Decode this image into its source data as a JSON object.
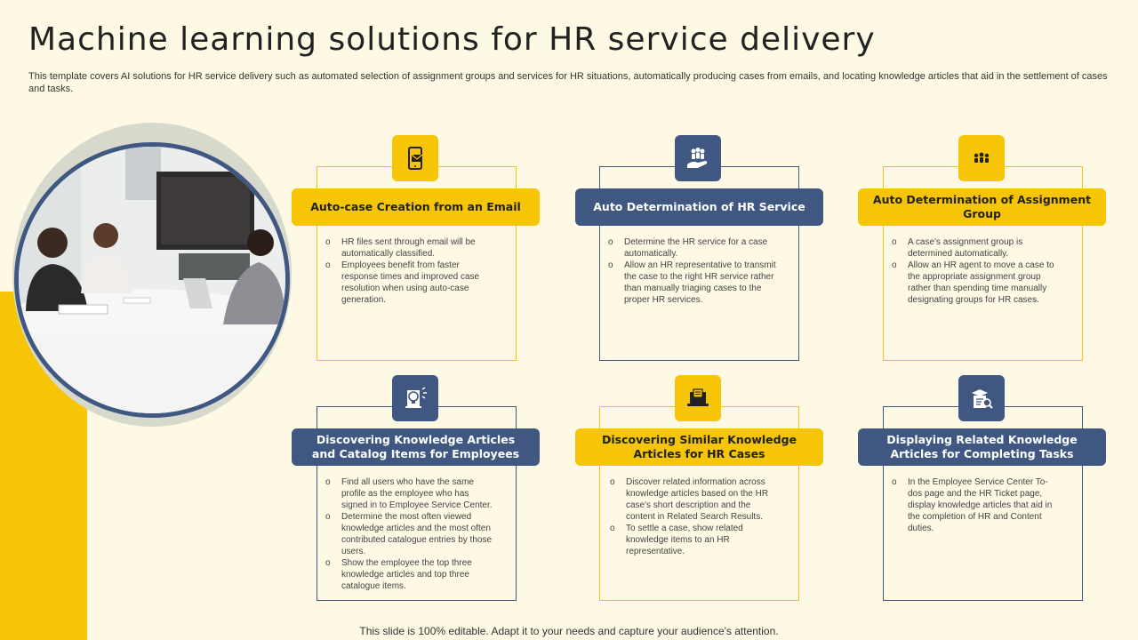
{
  "header": {
    "title": "Machine learning solutions for HR service delivery",
    "description": "This template covers AI  solutions for HR service delivery such as automated selection of assignment groups and services for HR situations, automatically producing cases from emails, and locating knowledge articles that aid in the settlement of cases and tasks."
  },
  "colors": {
    "accent_yellow": "#f5c506",
    "accent_navy": "#3f5781",
    "background": "#fdf9e4"
  },
  "cards": [
    {
      "icon": "smartphone-mail-icon",
      "title": "Auto-case Creation from an Email",
      "bullets": [
        "HR  files sent through email  will be automatically classified.",
        "Employees benefit from faster response times and improved case resolution when using auto-case generation."
      ]
    },
    {
      "icon": "hand-people-icon",
      "title": "Auto Determination of HR Service",
      "bullets": [
        "Determine the HR  service for a case automatically.",
        "Allow an HR representative to transmit the case to the right HR  service rather than manually triaging cases to the proper HR services."
      ]
    },
    {
      "icon": "team-group-icon",
      "title": "Auto Determination of Assignment Group",
      "bullets": [
        "A case's assignment group is determined automatically.",
        "Allow an HR agent to move a case to the appropriate assignment group rather than spending time manually designating groups for HR cases."
      ]
    },
    {
      "icon": "lightbulb-book-icon",
      "title": "Discovering Knowledge Articles and Catalog Items for Employees",
      "bullets": [
        "Find all users who have the same profile as the employee  who has signed in to Employee  Service Center.",
        "Determine the most often viewed knowledge articles and the most often contributed catalogue entries by those users.",
        "Show the employee the top three knowledge articles and top three catalogue items."
      ]
    },
    {
      "icon": "laptop-document-icon",
      "title": "Discovering Similar Knowledge Articles for HR Cases",
      "bullets": [
        "Discover related information across knowledge articles based on the HR case's short description and the content in  Related Search Results.",
        "To settle a case, show related knowledge items to an HR representative."
      ]
    },
    {
      "icon": "graduate-search-icon",
      "title": "Displaying Related Knowledge Articles for Completing Tasks",
      "bullets": [
        "In the Employee  Service Center To-dos page and the HR  Ticket page, display knowledge articles that aid in the completion of HR and Content duties."
      ]
    }
  ],
  "footer": {
    "text": "This slide is 100% editable. Adapt it to your needs and capture your audience's attention."
  }
}
